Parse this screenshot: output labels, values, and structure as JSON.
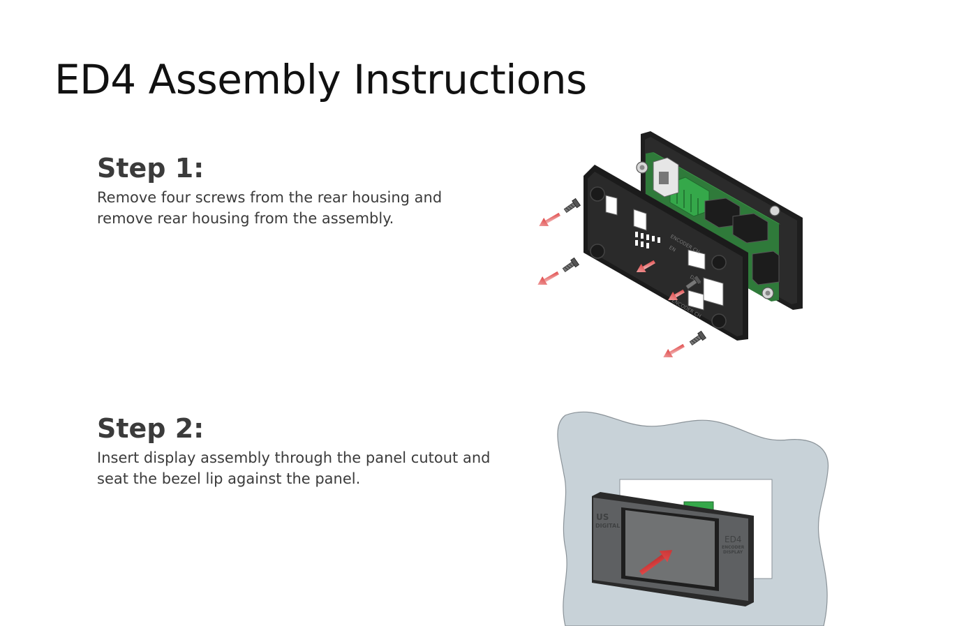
{
  "document": {
    "title": "ED4 Assembly Instructions"
  },
  "steps": [
    {
      "heading": "Step 1:",
      "text_lines": [
        "Remove four screws from the rear housing and",
        "remove rear housing from the assembly."
      ],
      "illustration": {
        "icon": "exploded-rear-housing-illustration",
        "board_labels": [
          "ENCODER CH",
          "EN",
          "DATA",
          "ENCODER CH"
        ]
      }
    },
    {
      "heading": "Step 2:",
      "text_lines": [
        "Insert display assembly through the panel cutout and",
        "seat the bezel lip against the panel."
      ],
      "illustration": {
        "icon": "panel-insert-illustration",
        "brand_label_top": "US",
        "brand_label_bottom": "DIGITAL",
        "model_label": "ED4",
        "model_sub_1": "ENCODER",
        "model_sub_2": "DISPLAY"
      }
    }
  ],
  "colors": {
    "heading": "#3b3b3b",
    "title": "#111111",
    "housing": "#2a2a2a",
    "pcb": "#2f7a3a",
    "arrow": "#e05050",
    "panel": "#c8d2d8",
    "bezel": "#5e6062"
  }
}
